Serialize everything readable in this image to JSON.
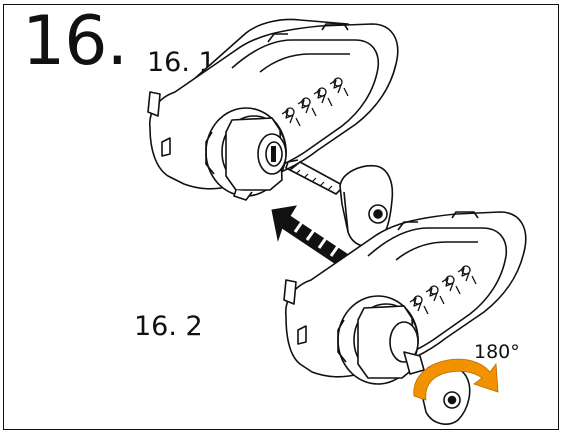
{
  "instruction": {
    "step_number": "16.",
    "sub_steps": [
      {
        "label": "16. 1"
      },
      {
        "label": "16. 2"
      }
    ],
    "rotation_label": "180°"
  },
  "colors": {
    "line": "#111111",
    "rotation_arrow": "#f39200"
  },
  "icons": [
    "lock-body-icon",
    "key-icon",
    "insert-arrow-icon",
    "rotate-arrow-icon"
  ]
}
